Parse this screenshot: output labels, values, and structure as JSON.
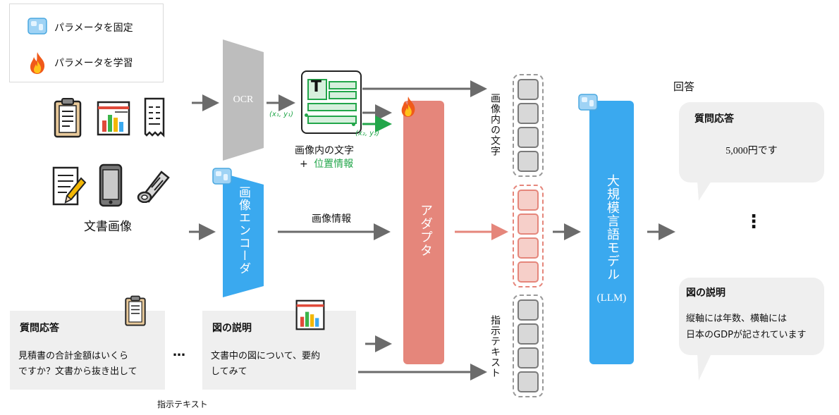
{
  "legend": {
    "frozen_label": "パラメータを固定",
    "trained_label": "パラメータを学習"
  },
  "input": {
    "doc_images_label": "文書画像"
  },
  "ocr": {
    "label": "OCR",
    "coord_start": "(x₁, y₁)",
    "coord_end": "(x₂, y₂)",
    "thumb_letter": "T",
    "caption_line1": "画像内の文字",
    "caption_plus": "+",
    "caption_position": "位置情報"
  },
  "encoder": {
    "label": "画像エンコーダ",
    "output_label": "画像情報"
  },
  "adapter": {
    "label": "アダプタ"
  },
  "tokens": {
    "text_in_image_label": "画像内の文字",
    "instruction_label": "指示テキスト"
  },
  "llm": {
    "label": "大規模言語モデル",
    "abbrev": "(LLM)"
  },
  "output": {
    "title": "回答",
    "qa_title": "質問応答",
    "qa_answer": "5,000円です",
    "ellipsis": "⋮",
    "fig_title": "図の説明",
    "fig_answer_line1": "縦軸には年数、横軸には",
    "fig_answer_line2": "日本のGDPが記されています"
  },
  "instructions": {
    "qa_title": "質問応答",
    "qa_line1": "見積書の合計金額はいくら",
    "qa_line2": "ですか？文書から抜き出して",
    "ellipsis": "…",
    "fig_title": "図の説明",
    "fig_line1": "文書中の図について、要約",
    "fig_line2": "してみて",
    "caption": "指示テキスト"
  },
  "colors": {
    "frozen_blue": "#3aa9ef",
    "adapter_salmon": "#e5867b",
    "ocr_gray": "#bdbdbd",
    "position_green": "#22a64a",
    "arrow_gray": "#6b6b6b"
  },
  "icons": {
    "frozen": "ice-cube-icon",
    "trained": "flame-icon",
    "documents": [
      "clipboard-icon",
      "bar-chart-doc-icon",
      "receipt-icon",
      "pencil-document-icon",
      "smartphone-icon",
      "newspaper-icon"
    ]
  }
}
